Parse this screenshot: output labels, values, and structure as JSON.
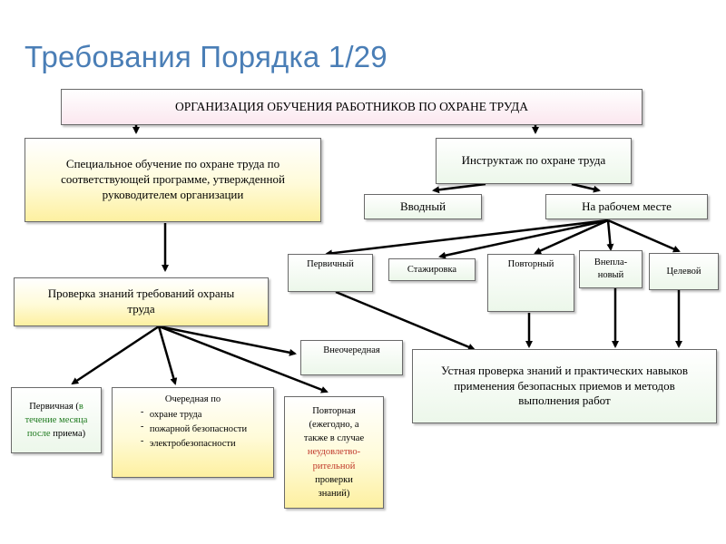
{
  "title": "Требования Порядка 1/29",
  "nodes": {
    "root": "ОРГАНИЗАЦИЯ ОБУЧЕНИЯ РАБОТНИКОВ ПО ОХРАНЕ ТРУДА",
    "special": "Специальное обучение по охране труда по соответствующей программе, утвержденной руководителем организации",
    "instruction": "Инструктаж по охране труда",
    "vvodny": "Вводный",
    "workplace": "На рабочем месте",
    "primary": "Первичный",
    "internship": "Стажировка",
    "repeat": "Повторный",
    "unscheduled_a": "Внепла-",
    "unscheduled_b": "новый",
    "target": "Целевой",
    "check": "Проверка знаний требований охраны труда",
    "extraordinary": "Внеочередная",
    "oral": "Устная проверка знаний и практических навыков применения безопасных приемов и методов выполнения работ",
    "first_check": {
      "label": "Первичная",
      "paren_open": "(",
      "note": "в течение месяца после",
      "note_end": "приема",
      "paren_close": ")"
    },
    "regular": {
      "label": "Очередная по",
      "items": [
        "охране труда",
        "пожарной безопасности",
        "электробезопасности"
      ]
    },
    "repeated": {
      "label": "Повторная",
      "line2": "(ежегодно, а",
      "line3": "также в случае",
      "highlight": "неудовлетво-рительной",
      "line5": "проверки",
      "line6": "знаний)"
    }
  },
  "colors": {
    "title": "#4a7eb6",
    "highlight": "#c0392b",
    "note": "#1e7a1e"
  }
}
